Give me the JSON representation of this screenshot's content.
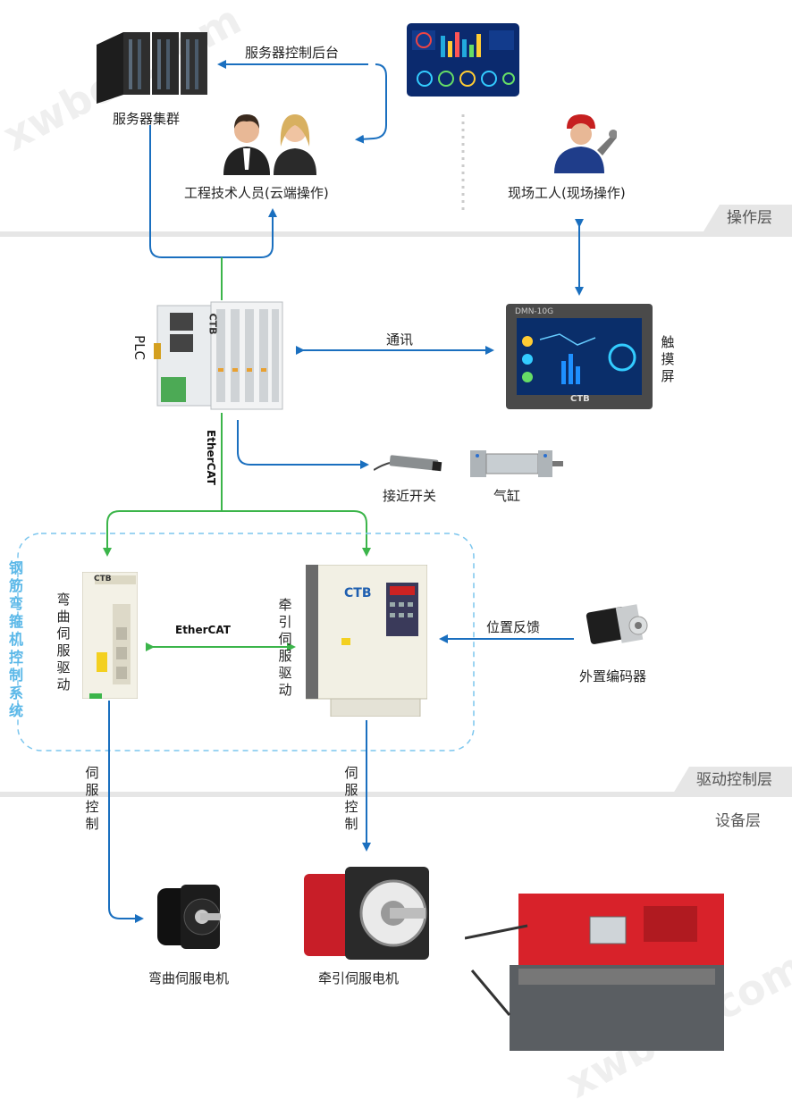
{
  "layers": {
    "operation": "操作层",
    "drive_control": "驱动控制层",
    "device": "设备层"
  },
  "nodes": {
    "server_cluster": "服务器集群",
    "server_backend": "服务器控制后台",
    "engineers": "工程技术人员(云端操作)",
    "site_worker": "现场工人(现场操作)",
    "plc": "PLC",
    "touchscreen": "触摸屏",
    "communication": "通讯",
    "proximity_switch": "接近开关",
    "cylinder": "气缸",
    "bending_servo_drive": "弯曲伺服驱动",
    "traction_servo_drive": "牵引伺服驱动",
    "position_feedback": "位置反馈",
    "external_encoder": "外置编码器",
    "servo_control_1": "伺服控制",
    "servo_control_2": "伺服控制",
    "bending_servo_motor": "弯曲伺服电机",
    "traction_servo_motor": "牵引伺服电机",
    "control_system": "钢筋弯箍机控制系统"
  },
  "brand": {
    "ctb": "CTB",
    "ethercat_vertical": "EtherCAT",
    "ethercat_horizontal": "EtherCAT",
    "screen_model": "DMN-10G",
    "watermark": "xwboo.com"
  },
  "colors": {
    "blue_line": "#1a6fbf",
    "green_line": "#3bb54a",
    "layer_tag": "#e6e6e6",
    "system_text": "#5bb8e8"
  }
}
